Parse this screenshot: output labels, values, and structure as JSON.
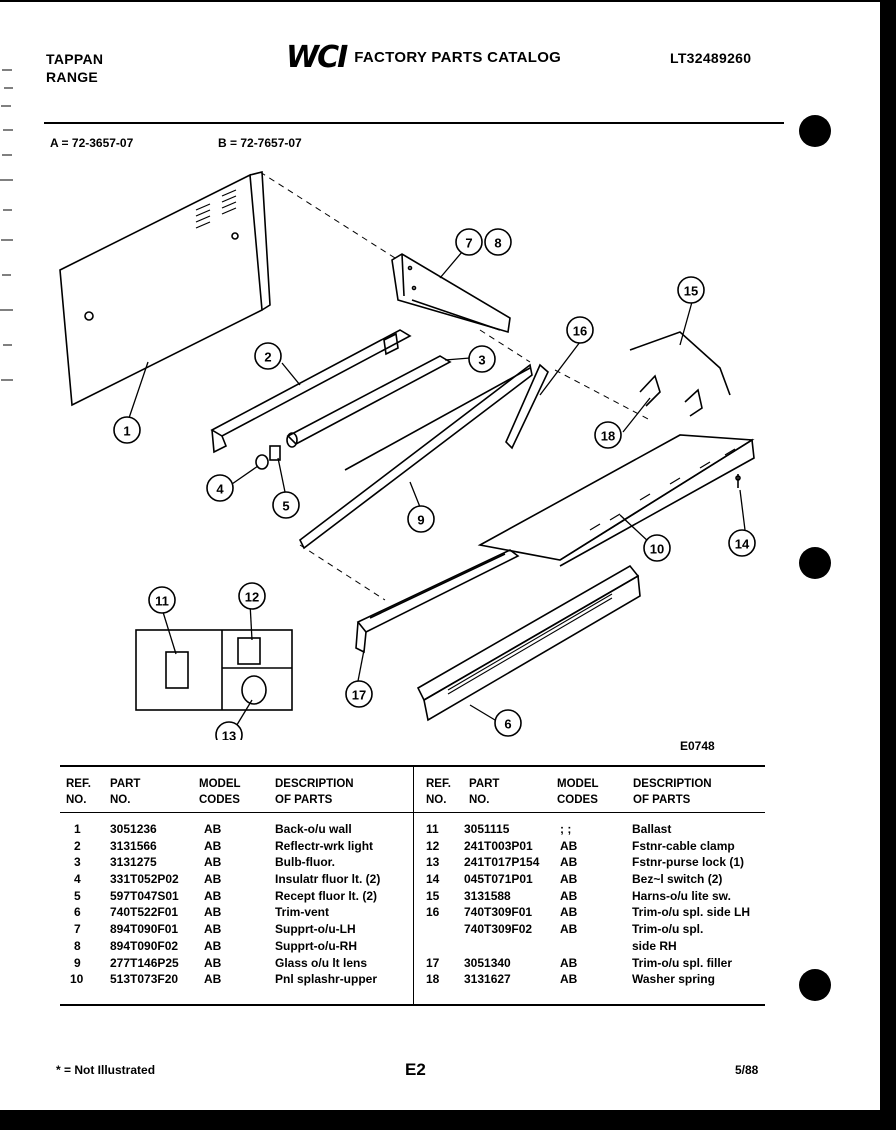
{
  "header": {
    "brand_line1": "TAPPAN",
    "brand_line2": "RANGE",
    "logo": "WCI",
    "catalog_title": "FACTORY PARTS CATALOG",
    "model_number": "LT32489260"
  },
  "model_codes": {
    "a": "A = 72-3657-07",
    "b": "B = 72-7657-07"
  },
  "diagram": {
    "figure_code": "E0748",
    "callouts": [
      "1",
      "2",
      "3",
      "4",
      "5",
      "6",
      "7",
      "8",
      "9",
      "10",
      "11",
      "12",
      "13",
      "14",
      "15",
      "16",
      "17",
      "18"
    ]
  },
  "table": {
    "headers": {
      "ref_1": "REF.",
      "ref_2": "NO.",
      "part_1": "PART",
      "part_2": "NO.",
      "model_1": "MODEL",
      "model_2": "CODES",
      "desc_1": "DESCRIPTION",
      "desc_2": "OF PARTS"
    },
    "left_rows": [
      {
        "ref": "1",
        "part": "3051236",
        "code": "AB",
        "desc": "Back-o/u wall"
      },
      {
        "ref": "2",
        "part": "3131566",
        "code": "AB",
        "desc": "Reflectr-wrk light"
      },
      {
        "ref": "3",
        "part": "3131275",
        "code": "AB",
        "desc": "Bulb-fluor."
      },
      {
        "ref": "4",
        "part": "331T052P02",
        "code": "AB",
        "desc": "Insulatr fluor lt. (2)"
      },
      {
        "ref": "5",
        "part": "597T047S01",
        "code": "AB",
        "desc": "Recept fluor lt. (2)"
      },
      {
        "ref": "6",
        "part": "740T522F01",
        "code": "AB",
        "desc": "Trim-vent"
      },
      {
        "ref": "7",
        "part": "894T090F01",
        "code": "AB",
        "desc": "Supprt-o/u-LH"
      },
      {
        "ref": "8",
        "part": "894T090F02",
        "code": "AB",
        "desc": "Supprt-o/u-RH"
      },
      {
        "ref": "9",
        "part": "277T146P25",
        "code": "AB",
        "desc": "Glass o/u lt lens"
      },
      {
        "ref": "10",
        "part": "513T073F20",
        "code": "AB",
        "desc": "Pnl splashr-upper"
      }
    ],
    "right_rows": [
      {
        "ref": "11",
        "part": "3051115",
        "code": "; ;",
        "desc": "Ballast"
      },
      {
        "ref": "12",
        "part": "241T003P01",
        "code": "AB",
        "desc": "Fstnr-cable clamp"
      },
      {
        "ref": "13",
        "part": "241T017P154",
        "code": "AB",
        "desc": "Fstnr-purse lock (1)"
      },
      {
        "ref": "14",
        "part": "045T071P01",
        "code": "AB",
        "desc": "Bez~l switch (2)"
      },
      {
        "ref": "15",
        "part": "3131588",
        "code": "AB",
        "desc": "Harns-o/u lite sw."
      },
      {
        "ref": "16",
        "part": "740T309F01",
        "code": "AB",
        "desc": "Trim-o/u spl. side LH"
      },
      {
        "ref": "",
        "part": "740T309F02",
        "code": "AB",
        "desc": "Trim-o/u spl."
      },
      {
        "ref": "",
        "part": "",
        "code": "",
        "desc": "side RH"
      },
      {
        "ref": "17",
        "part": "3051340",
        "code": "AB",
        "desc": "Trim-o/u spl. filler"
      },
      {
        "ref": "18",
        "part": "3131627",
        "code": "AB",
        "desc": "Washer spring"
      }
    ]
  },
  "footer": {
    "note": "* = Not Illustrated",
    "page": "E2",
    "date": "5/88"
  }
}
